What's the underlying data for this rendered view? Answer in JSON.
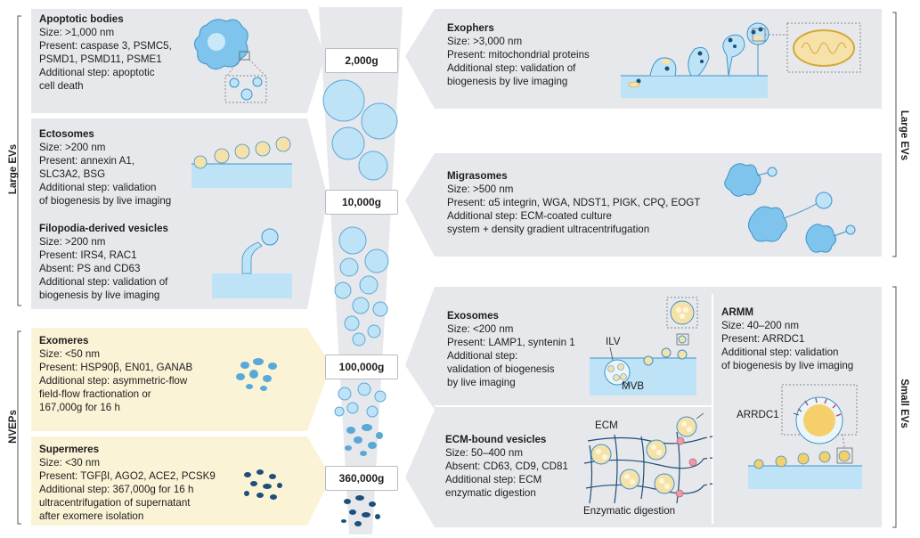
{
  "side_labels": {
    "large_left": "Large EVs",
    "nveps": "NVEPs",
    "large_right": "Large EVs",
    "small": "Small EVs"
  },
  "speeds": [
    "2,000g",
    "10,000g",
    "100,000g",
    "360,000g"
  ],
  "panels": {
    "apoptotic": {
      "title": "Apoptotic bodies",
      "lines": [
        "Size: >1,000 nm",
        "Present: caspase 3, PSMC5,",
        "PSMD1, PSMD11, PSME1",
        "Additional step: apoptotic",
        "cell death"
      ]
    },
    "ectosomes": {
      "title": "Ectosomes",
      "lines": [
        "Size: >200 nm",
        "Present: annexin A1,",
        "SLC3A2, BSG",
        "Additional step: validation",
        "of biogenesis by live imaging"
      ]
    },
    "filopodia": {
      "title": "Filopodia-derived vesicles",
      "lines": [
        "Size: >200 nm",
        "Present: IRS4, RAC1",
        "Absent: PS and CD63",
        "Additional step: validation of",
        "biogenesis by live imaging"
      ]
    },
    "exomeres": {
      "title": "Exomeres",
      "lines": [
        "Size: <50 nm",
        "Present: HSP90β, EN01, GANAB",
        "Additional step: asymmetric-flow",
        "field-flow fractionation or",
        "167,000g for 16 h"
      ]
    },
    "supermeres": {
      "title": "Supermeres",
      "lines": [
        "Size: <30 nm",
        "Present: TGFβI, AGO2, ACE2, PCSK9",
        "Additional step: 367,000g for 16 h",
        "ultracentrifugation of supernatant",
        "after exomere isolation"
      ]
    },
    "exophers": {
      "title": "Exophers",
      "lines": [
        "Size: >3,000 nm",
        "Present: mitochondrial proteins",
        "Additional step: validation of",
        "biogenesis by live imaging"
      ]
    },
    "migrasomes": {
      "title": "Migrasomes",
      "lines": [
        "Size: >500 nm",
        "Present: α5 integrin, WGA, NDST1, PIGK, CPQ, EOGT",
        "Additional step: ECM-coated culture",
        "system + density gradient ultracentrifugation"
      ]
    },
    "exosomes": {
      "title": "Exosomes",
      "lines": [
        "Size: <200 nm",
        "Present: LAMP1, syntenin 1",
        "Additional step:",
        "validation of biogenesis",
        "by live imaging"
      ]
    },
    "armm": {
      "title": "ARMM",
      "lines": [
        "Size: 40–200 nm",
        "Present: ARRDC1",
        "Additional step: validation",
        "of biogenesis by live imaging"
      ]
    },
    "ecm": {
      "title": "ECM-bound vesicles",
      "lines": [
        "Size: 50–400 nm",
        "Absent: CD63, CD9, CD81",
        "Additional step: ECM",
        "enzymatic digestion"
      ]
    }
  },
  "diagram_labels": {
    "ilv": "ILV",
    "mvb": "MVB",
    "ecm": "ECM",
    "enzymatic": "Enzymatic digestion",
    "arrdc1": "ARRDC1"
  },
  "colors": {
    "panel_gray": "#e6e8ec",
    "panel_yellow": "#fbf3d6",
    "vesicle_blue": "#bfe3f6",
    "dark_blue": "#1d4f7a",
    "yellow": "#f4cf6a",
    "pink": "#e89aa6"
  }
}
